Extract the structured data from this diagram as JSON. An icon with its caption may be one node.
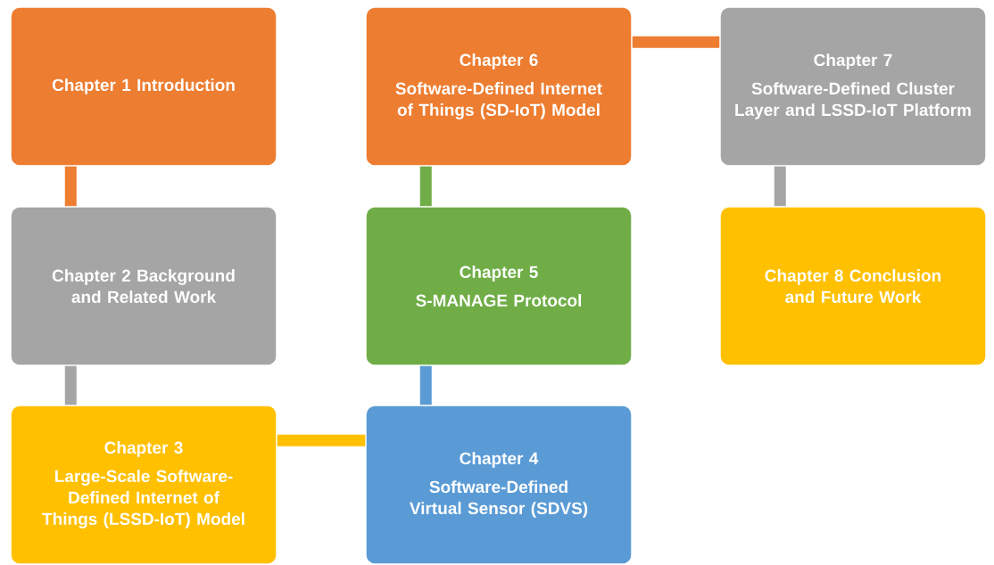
{
  "diagram": {
    "nodes": [
      {
        "text": [
          "Chapter 1 Introduction"
        ]
      },
      {
        "text": [
          "Chapter 2 Background and Related Work"
        ]
      },
      {
        "text": [
          "Chapter 3",
          "Large-Scale Software-Defined Internet of Things (LSSD-IoT) Model"
        ]
      },
      {
        "text": [
          "Chapter 4",
          "Software-Defined Virtual Sensor (SDVS)"
        ]
      },
      {
        "text": [
          "Chapter 5",
          "S-MANAGE Protocol"
        ]
      },
      {
        "text": [
          "Chapter 6",
          "Software-Defined Internet of Things (SD-IoT) Model"
        ]
      },
      {
        "text": [
          "Chapter 7",
          "Software-Defined Cluster Layer and LSSD-IoT Platform"
        ]
      },
      {
        "text": [
          "Chapter 8 Conclusion and Future Work"
        ]
      }
    ],
    "edges": [
      {
        "from": 0,
        "to": 1,
        "arrow": "none",
        "color": "#ed7d31"
      },
      {
        "from": 1,
        "to": 2,
        "arrow": "none",
        "color": "#a5a5a5"
      },
      {
        "from": 2,
        "to": 3,
        "arrow": "none",
        "color": "#ffc000"
      },
      {
        "from": 3,
        "to": 4,
        "arrow": "none",
        "color": "#5b9bd5"
      },
      {
        "from": 4,
        "to": 5,
        "arrow": "none",
        "color": "#70ad47"
      },
      {
        "from": 5,
        "to": 6,
        "arrow": "none",
        "color": "#ed7d31"
      },
      {
        "from": 6,
        "to": 7,
        "arrow": "none",
        "color": "#a5a5a5"
      }
    ]
  }
}
